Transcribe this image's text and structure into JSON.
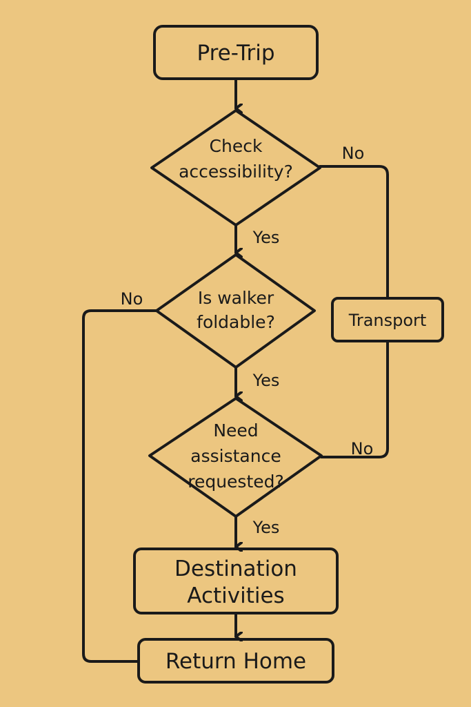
{
  "nodes": {
    "pre_trip": {
      "label": "Pre-Trip"
    },
    "check_accessibility": {
      "lines": [
        "Check",
        "accessibility?"
      ]
    },
    "walker_foldable": {
      "lines": [
        "Is walker",
        "foldable?"
      ]
    },
    "transport": {
      "label": "Transport"
    },
    "need_assistance": {
      "lines": [
        "Need",
        "assistance",
        "requested?"
      ]
    },
    "destination_activities": {
      "lines": [
        "Destination",
        "Activities"
      ]
    },
    "return_home": {
      "label": "Return Home"
    }
  },
  "edges": {
    "check_no": "No",
    "check_yes": "Yes",
    "walker_no": "No",
    "walker_yes": "Yes",
    "assistance_no": "No",
    "assistance_yes": "Yes"
  },
  "colors": {
    "background": "#ecc680",
    "stroke": "#1a1a1a"
  }
}
